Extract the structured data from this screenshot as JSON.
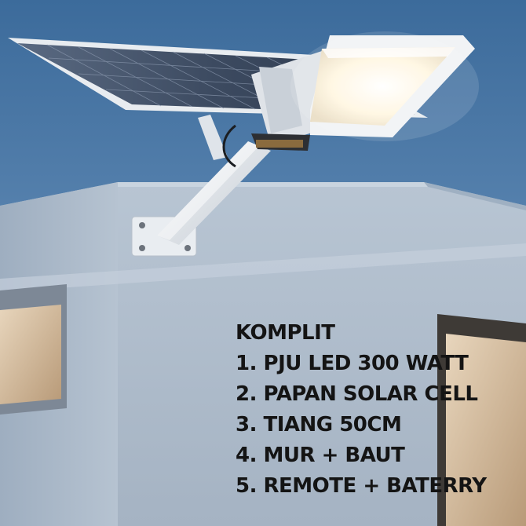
{
  "caption": {
    "heading": "KOMPLIT",
    "items": [
      "1. PJU LED 300 WATT",
      "2. PAPAN SOLAR CELL",
      "3. TIANG 50CM",
      "4. MUR + BAUT",
      "5. REMOTE + BATERRY"
    ]
  },
  "colors": {
    "sky_top": "#3f6f9f",
    "sky_bottom": "#88a9c8",
    "wall": "#aebccb",
    "text": "#141414",
    "lamp_glow": "#fff8e8"
  }
}
